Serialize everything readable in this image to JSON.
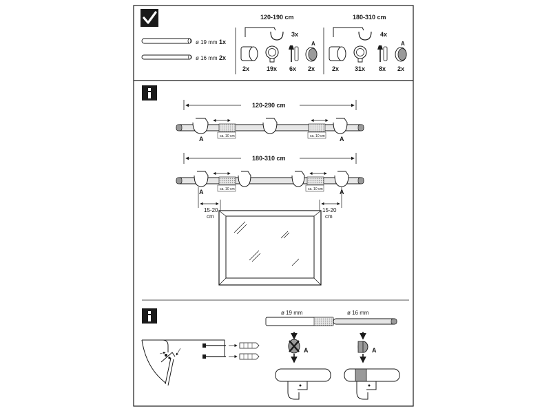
{
  "section1": {
    "check_icon": "check-icon",
    "rods": [
      {
        "diameter": "ø 19 mm",
        "qty": "1x"
      },
      {
        "diameter": "ø 16 mm",
        "qty": "2x"
      }
    ],
    "set_small": {
      "range": "120-190 cm",
      "bracket_qty": "3x",
      "items": [
        {
          "qty": "2x"
        },
        {
          "qty": "19x"
        },
        {
          "qty": "6x"
        },
        {
          "qty": "2x"
        }
      ]
    },
    "set_large": {
      "range": "180-310 cm",
      "bracket_qty": "4x",
      "items": [
        {
          "qty": "2x"
        },
        {
          "qty": "31x"
        },
        {
          "qty": "8x"
        },
        {
          "qty": "2x"
        }
      ]
    },
    "part_label_a": "A"
  },
  "section2": {
    "info_icon": "info-icon",
    "variant1": {
      "range": "120-290 cm",
      "gap_label": "ca. 10 cm",
      "label_a": "A"
    },
    "variant2": {
      "range": "180-310 cm",
      "gap_label": "ca. 10 cm",
      "label_a": "A"
    },
    "overhang_value": "15-20",
    "overhang_unit": "cm"
  },
  "section3": {
    "info_icon": "info-icon",
    "rod_large": "ø 19 mm",
    "rod_small": "ø 16 mm",
    "label_a": "A"
  },
  "colors": {
    "ink": "#1a1a1a",
    "rod_fill": "#e6e6e6",
    "ring_gray": "#9a9a9a",
    "knurl": "#c8c8c8"
  }
}
